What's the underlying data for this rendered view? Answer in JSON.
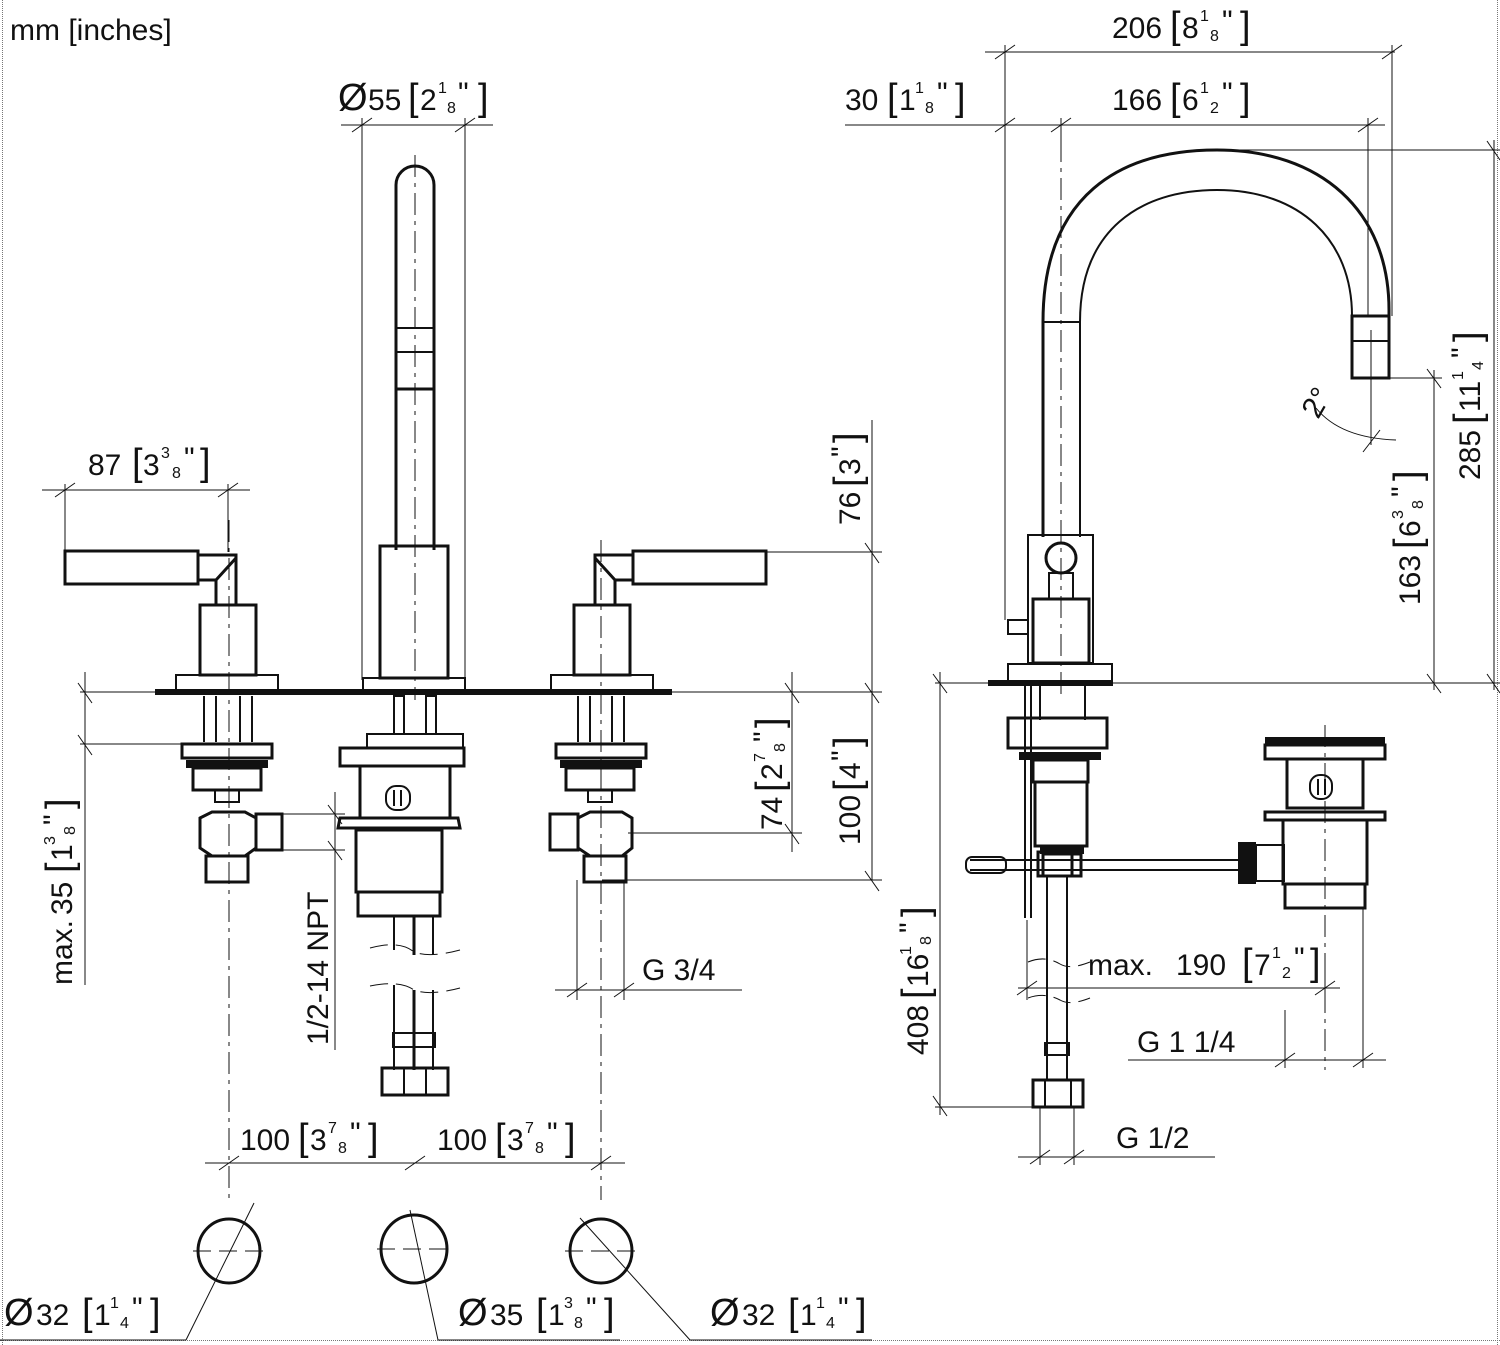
{
  "units_label": "mm [inches]",
  "front_view": {
    "spout_diameter": {
      "symbol": "Ø",
      "mm": "55",
      "in_whole": "2",
      "in_num": "1",
      "in_den": "8"
    },
    "handle_reach": {
      "mm": "87",
      "in_whole": "3",
      "in_num": "3",
      "in_den": "8"
    },
    "handle_height": {
      "mm": "76",
      "in_whole": "3",
      "in_num": "",
      "in_den": ""
    },
    "below_deck_to_outlet": {
      "mm": "74",
      "in_whole": "2",
      "in_num": "7",
      "in_den": "8"
    },
    "below_deck_total": {
      "mm": "100",
      "in_whole": "4",
      "in_num": "",
      "in_den": ""
    },
    "max_deck_thickness": {
      "prefix": "max.",
      "mm": "35",
      "in_whole": "1",
      "in_num": "3",
      "in_den": "8"
    },
    "thread_center": "1/2-14 NPT",
    "thread_valve": "G 3/4",
    "spacing_left": {
      "mm": "100",
      "in_whole": "3",
      "in_num": "7",
      "in_den": "8"
    },
    "spacing_right": {
      "mm": "100",
      "in_whole": "3",
      "in_num": "7",
      "in_den": "8"
    },
    "holes": [
      {
        "symbol": "Ø",
        "mm": "32",
        "in_whole": "1",
        "in_num": "1",
        "in_den": "4"
      },
      {
        "symbol": "Ø",
        "mm": "35",
        "in_whole": "1",
        "in_num": "3",
        "in_den": "8"
      },
      {
        "symbol": "Ø",
        "mm": "32",
        "in_whole": "1",
        "in_num": "1",
        "in_den": "4"
      }
    ]
  },
  "side_view": {
    "overall_reach": {
      "mm": "206",
      "in_whole": "8",
      "in_num": "1",
      "in_den": "8"
    },
    "back_offset": {
      "mm": "30",
      "in_whole": "1",
      "in_num": "1",
      "in_den": "8"
    },
    "spout_reach": {
      "mm": "166",
      "in_whole": "6",
      "in_num": "1",
      "in_den": "2"
    },
    "overall_height": {
      "mm": "285",
      "in_whole": "11",
      "in_num": "1",
      "in_den": "4"
    },
    "outlet_height": {
      "mm": "163",
      "in_whole": "6",
      "in_num": "3",
      "in_den": "8"
    },
    "spout_angle": "2°",
    "below_deck_length": {
      "mm": "408",
      "in_whole": "16",
      "in_num": "1",
      "in_den": "8"
    },
    "drain_offset": {
      "prefix": "max.",
      "mm": "190",
      "in_whole": "7",
      "in_num": "1",
      "in_den": "2"
    },
    "thread_drain": "G 1 1/4",
    "thread_supply": "G 1/2"
  }
}
